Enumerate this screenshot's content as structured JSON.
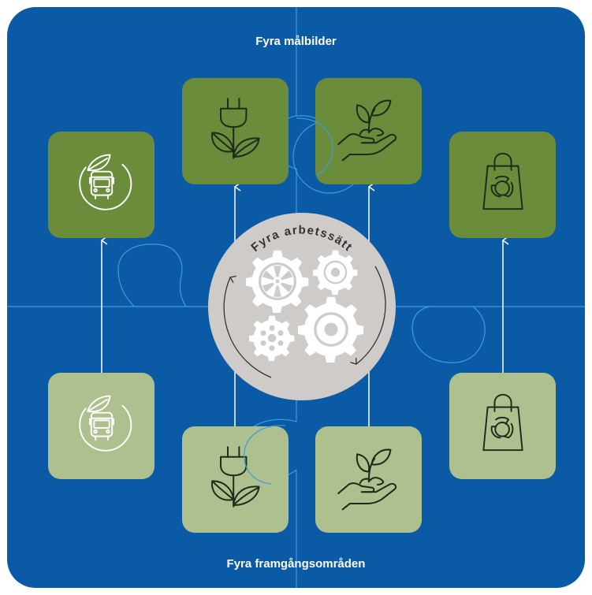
{
  "title_top": "Fyra målbilder",
  "title_bottom": "Fyra framgångsområden",
  "center_label": "Fyra arbetssätt",
  "colors": {
    "background": "#0a5aa6",
    "puzzle_line": "#3d9ce0",
    "goal_tile": "#6b8c3a",
    "area_tile": "#aec08e",
    "center_circle": "#cfcbc9",
    "gear": "#ffffff",
    "arrow": "#ffffff",
    "icon_on_goal": "#ffffff",
    "icon_on_area": "#1e2a1a"
  },
  "goals": [
    {
      "icon": "bus-leaf-icon"
    },
    {
      "icon": "plug-leaf-icon"
    },
    {
      "icon": "hand-plant-icon"
    },
    {
      "icon": "bag-recycle-icon"
    }
  ],
  "areas": [
    {
      "icon": "bus-leaf-icon"
    },
    {
      "icon": "plug-leaf-icon"
    },
    {
      "icon": "hand-plant-icon"
    },
    {
      "icon": "bag-recycle-icon"
    }
  ]
}
